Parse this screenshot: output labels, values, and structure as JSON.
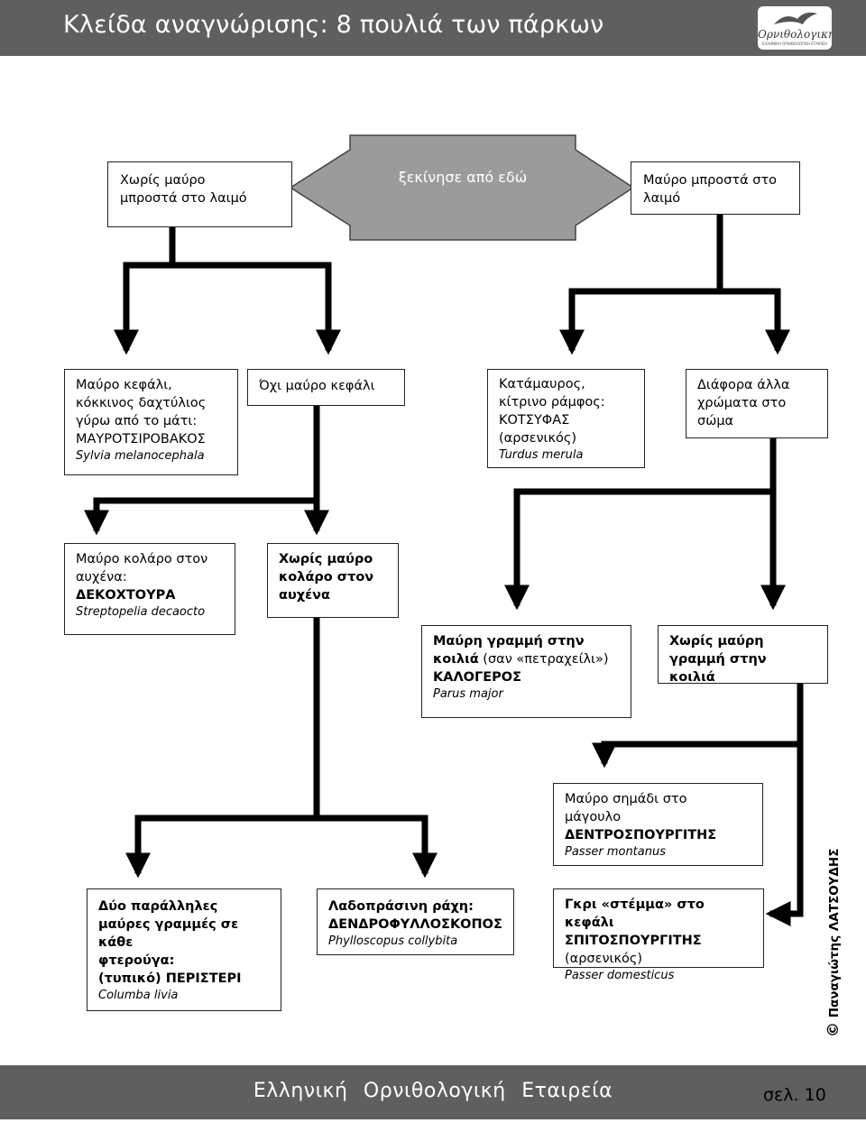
{
  "header": {
    "title": "Κλείδα αναγνώρισης: 8 πουλιά των πάρκων",
    "logo_text": "Ορνιθολογική",
    "logo_subtext": "ΕΛΛΗΝΙΚΗ ΟΡΝΙΘΟΛΟΓΙΚΗ ΕΤΑΙΡΕΙΑ"
  },
  "start": {
    "label": "ξεκίνησε από εδώ"
  },
  "nodes": {
    "no_black_throat": [
      "Χωρίς μαύρο",
      "μπροστά στο λαιμό"
    ],
    "black_throat": [
      "Μαύρο μπροστά στο",
      "λαιμό"
    ],
    "blackcap": {
      "lines": [
        "Μαύρο κεφάλι,",
        "κόκκινος δαχτύλιος",
        "γύρω από το μάτι:",
        "ΜΑΥΡΟΤΣΙΡΟΒΑΚΟΣ"
      ],
      "sci": "Sylvia melanocephala"
    },
    "no_black_head": [
      "Όχι μαύρο κεφάλι"
    ],
    "blackbird": {
      "lines": [
        "Κατάμαυρος,",
        "κίτρινο ράμφος:",
        "ΚΟΤΣΥΦΑΣ",
        "(αρσενικός)"
      ],
      "sci": "Turdus merula"
    },
    "other_colors": [
      "Διάφορα άλλα",
      "χρώματα στο",
      "σώμα"
    ],
    "collared_dove": {
      "lines": [
        "Μαύρο κολάρο στον",
        "αυχένα:",
        "ΔΕΚΟΧΤΟΥΡΑ"
      ],
      "sci": "Streptopelia decaocto"
    },
    "no_black_collar": [
      "Χωρίς μαύρο",
      "κολάρο στον",
      "αυχένα"
    ],
    "great_tit": {
      "line1": "Μαύρη γραμμή στην",
      "line2_bold": "κοιλιά",
      "line2_rest": " (σαν «πετραχείλι»)",
      "name": "ΚΑΛΟΓΕΡΟΣ",
      "sci": "Parus major"
    },
    "no_belly_stripe": [
      "Χωρίς μαύρη",
      "γραμμή στην κοιλιά"
    ],
    "tree_sparrow": {
      "lines": [
        "Μαύρο σημάδι στο",
        "μάγουλο",
        "ΔΕΝΤΡΟΣΠΟΥΡΓΙΤΗΣ"
      ],
      "sci": "Passer montanus"
    },
    "pigeon": {
      "lines": [
        "Δύο παράλληλες",
        "μαύρες γραμμές σε κάθε",
        "φτερούγα:",
        "(τυπικό) ΠΕΡΙΣΤΕΡΙ"
      ],
      "sci": "Columba livia"
    },
    "chiffchaff": {
      "lines": [
        "Λαδοπράσινη ράχη:",
        "ΔΕΝΔΡΟΦΥΛΛΟΣΚΟΠΟΣ"
      ],
      "sci": "Phylloscopus collybita"
    },
    "house_sparrow": {
      "lines": [
        "Γκρι «στέμμα» στο κεφάλι",
        "ΣΠΙΤΟΣΠΟΥΡΓΙΤΗΣ",
        "(αρσενικός)"
      ],
      "sci": "Passer domesticus"
    }
  },
  "copyright": {
    "symbol": "©",
    "name": "Παναγιώτης ΛΑΤΣΟΥΔΗΣ"
  },
  "footer": {
    "org": "Ελληνική Ορνιθολογική Εταιρεία",
    "page": "σελ. 10"
  },
  "colors": {
    "header_bg": "#5f5f5f",
    "start_fill": "#9b9b9b",
    "connector": "#000000"
  }
}
